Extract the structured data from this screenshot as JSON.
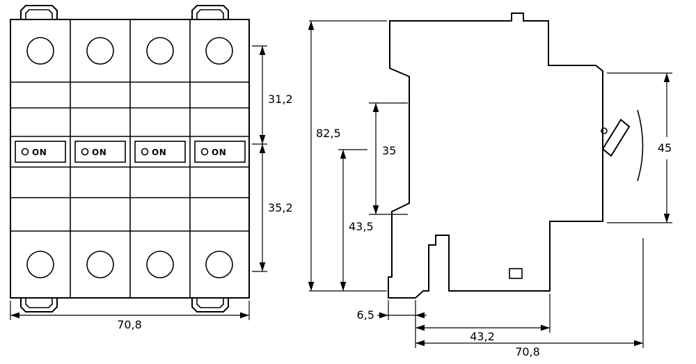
{
  "front_view": {
    "on_labels": [
      "ON",
      "ON",
      "ON",
      "ON"
    ],
    "dims": {
      "upper_height": "31,2",
      "lower_height": "35,2",
      "width": "70,8"
    }
  },
  "side_view": {
    "dims": {
      "total_height": "82,5",
      "bottom_to_rail": "43,5",
      "rail_height": "35",
      "front_height": "45",
      "clip_depth": "6,5",
      "body_depth": "43,2",
      "total_depth": "70,8"
    }
  }
}
